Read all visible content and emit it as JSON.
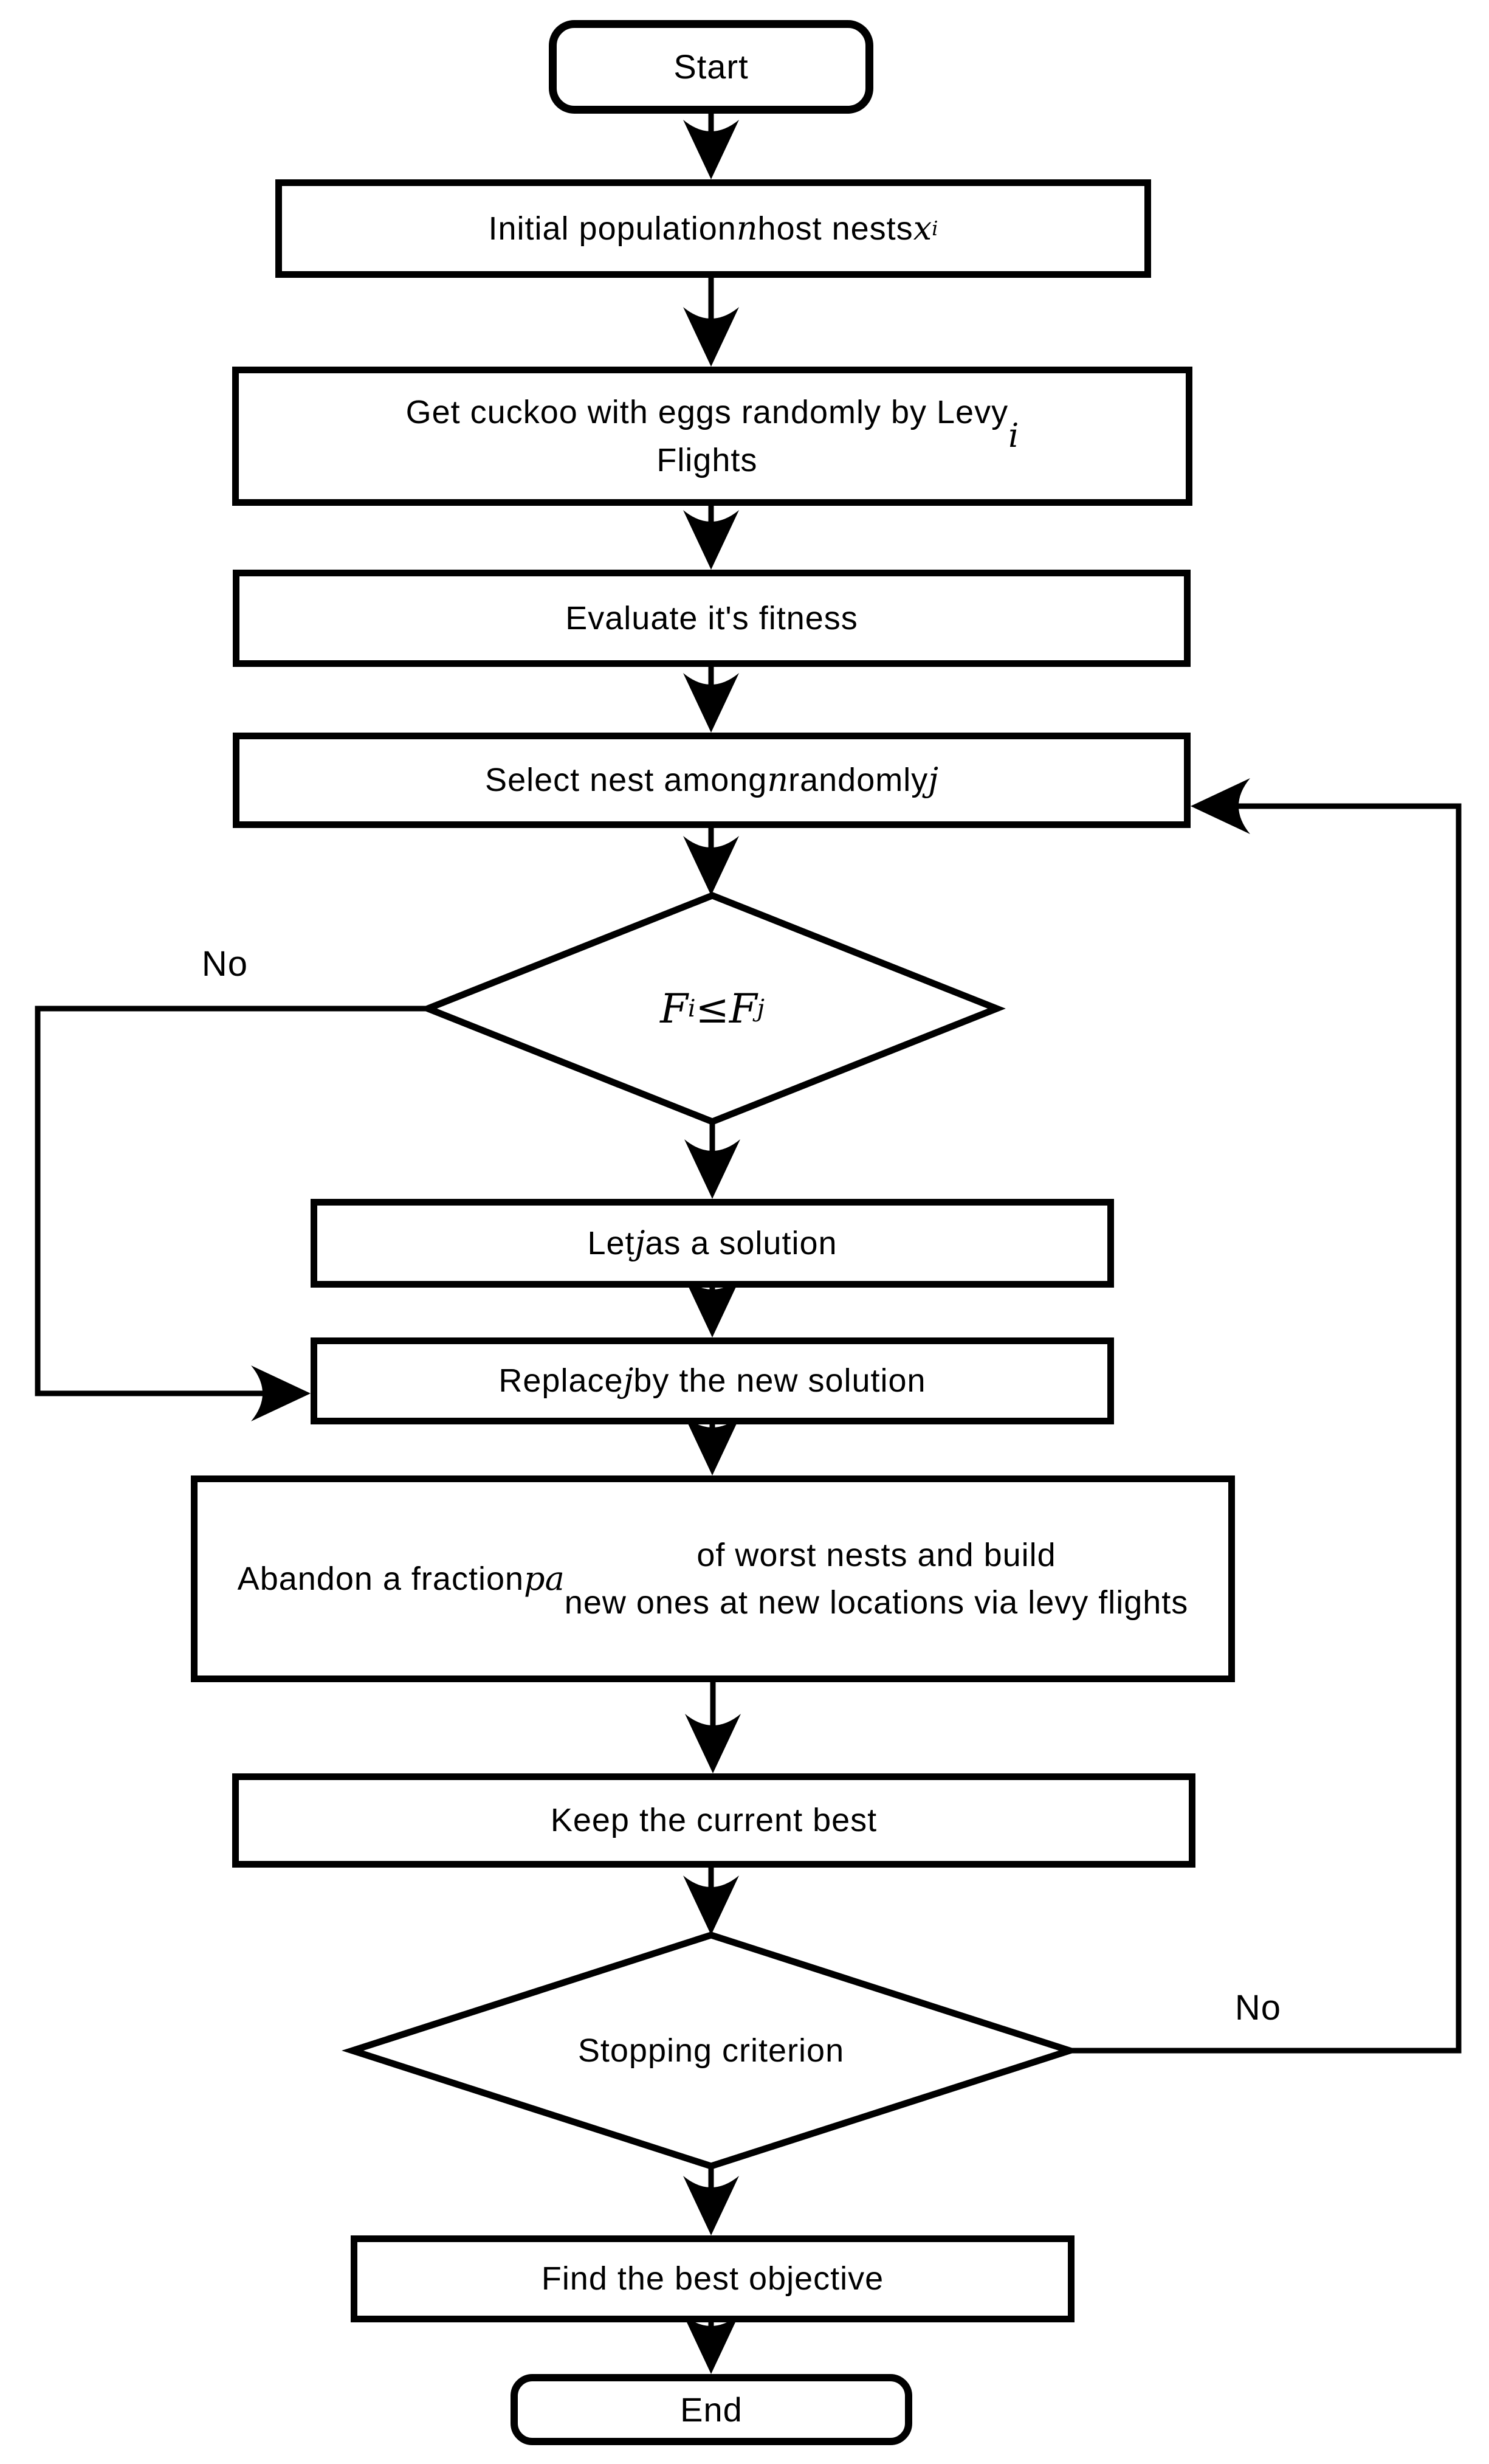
{
  "canvas": {
    "background_color": "#ffffff",
    "line_color": "#000000",
    "text_color": "#000000"
  },
  "flowchart": {
    "nodes": [
      {
        "id": "start",
        "shape": "terminator",
        "parts": [
          {
            "text": "Start"
          }
        ]
      },
      {
        "id": "initial-population",
        "shape": "process",
        "parts": [
          {
            "text": "Initial population "
          },
          {
            "text": "n",
            "math": true
          },
          {
            "text": " host nests "
          },
          {
            "text": "x",
            "math": true
          },
          {
            "text": "i",
            "math": true,
            "sub": true
          }
        ]
      },
      {
        "id": "get-cuckoo",
        "shape": "process",
        "parts": [
          {
            "text": "Get cuckoo with eggs randomly by Levy\nFlights "
          },
          {
            "text": "i",
            "math": true
          }
        ]
      },
      {
        "id": "evaluate-fitness",
        "shape": "process",
        "parts": [
          {
            "text": "Evaluate it's fitness"
          }
        ]
      },
      {
        "id": "select-nest",
        "shape": "process",
        "parts": [
          {
            "text": "Select nest among "
          },
          {
            "text": "n",
            "math": true
          },
          {
            "text": " randomly "
          },
          {
            "text": "j",
            "math": true
          }
        ]
      },
      {
        "id": "fitness-check",
        "shape": "decision",
        "parts": [
          {
            "text": "F",
            "math": true
          },
          {
            "text": "i",
            "math": true,
            "sub": true
          },
          {
            "text": " ≤ ",
            "math": true
          },
          {
            "text": "F",
            "math": true
          },
          {
            "text": "j",
            "math": true,
            "sub": true
          }
        ]
      },
      {
        "id": "let-j-solution",
        "shape": "process",
        "parts": [
          {
            "text": "Let "
          },
          {
            "text": "j",
            "math": true
          },
          {
            "text": " as a solution"
          }
        ]
      },
      {
        "id": "replace-j",
        "shape": "process",
        "parts": [
          {
            "text": "Replace "
          },
          {
            "text": "j",
            "math": true
          },
          {
            "text": " by the new solution"
          }
        ]
      },
      {
        "id": "abandon-nests",
        "shape": "process",
        "parts": [
          {
            "text": "Abandon a fraction "
          },
          {
            "text": "pa",
            "math": true
          },
          {
            "text": " of worst nests and build\nnew ones at new locations via levy flights"
          }
        ]
      },
      {
        "id": "keep-best",
        "shape": "process",
        "parts": [
          {
            "text": "Keep the current best"
          }
        ]
      },
      {
        "id": "stopping-criterion",
        "shape": "decision",
        "parts": [
          {
            "text": "Stopping criterion"
          }
        ]
      },
      {
        "id": "find-best",
        "shape": "process",
        "parts": [
          {
            "text": "Find the best objective"
          }
        ]
      },
      {
        "id": "end",
        "shape": "terminator",
        "parts": [
          {
            "text": "End"
          }
        ]
      }
    ],
    "edge_labels": {
      "fitness_check_no": "No",
      "stopping_criterion_no": "No"
    }
  }
}
